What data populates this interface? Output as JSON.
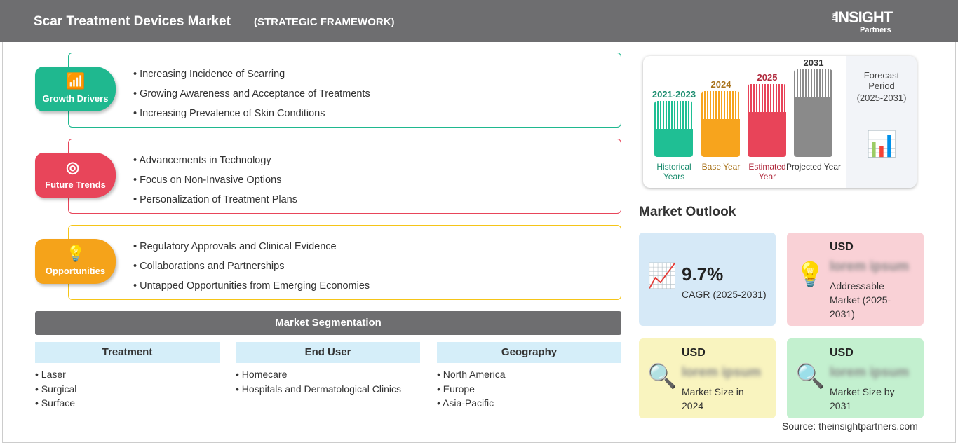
{
  "header": {
    "title": "Scar Treatment Devices Market",
    "subtitle": "(STRATEGIC FRAMEWORK)",
    "logo": {
      "the": "The",
      "insight": "INSIGHT",
      "partners": "Partners"
    }
  },
  "framework": [
    {
      "label": "Growth Drivers",
      "icon": "chart-growth-icon",
      "color": "#1fb88f",
      "items": [
        "Increasing Incidence of Scarring",
        "Growing Awareness and Acceptance of Treatments",
        "Increasing Prevalence of Skin Conditions"
      ]
    },
    {
      "label": "Future Trends",
      "icon": "target-icon",
      "color": "#e8455a",
      "items": [
        "Advancements in Technology",
        "Focus on Non-Invasive Options",
        "Personalization of Treatment Plans"
      ]
    },
    {
      "label": "Opportunities",
      "icon": "lightbulb-hand-icon",
      "color": "#f5a31a",
      "items": [
        "Regulatory Approvals and Clinical Evidence",
        "Collaborations and Partnerships",
        "Untapped Opportunities from Emerging Economies"
      ]
    }
  ],
  "segmentation": {
    "title": "Market Segmentation",
    "columns": [
      {
        "header": "Treatment",
        "items": [
          "Laser",
          "Surgical",
          "Surface"
        ]
      },
      {
        "header": "End User",
        "items": [
          "Homecare",
          "Hospitals and Dermatological Clinics"
        ]
      },
      {
        "header": "Geography",
        "items": [
          "North America",
          "Europe",
          "Asia-Pacific"
        ]
      }
    ]
  },
  "timeline": {
    "bars": [
      {
        "year": "2021-2023",
        "label": "Historical Years",
        "color": "#1fbf94",
        "text_color": "#1a8c6e"
      },
      {
        "year": "2024",
        "label": "Base Year",
        "color": "#f7a41d",
        "text_color": "#a8721a"
      },
      {
        "year": "2025",
        "label": "Estimated Year",
        "color": "#e84459",
        "text_color": "#b02a3d"
      },
      {
        "year": "2031",
        "label": "Projected Year",
        "color": "#8a8a8a",
        "text_color": "#333333"
      }
    ],
    "forecast_label": "Forecast Period",
    "forecast_range": "(2025-2031)"
  },
  "outlook": {
    "title": "Market Outlook",
    "cagr": {
      "value": "9.7%",
      "label": "CAGR (2025-2031)"
    },
    "addressable": {
      "currency": "USD",
      "value": "lorem ipsum",
      "label": "Addressable Market (2025-2031)"
    },
    "size_2024": {
      "currency": "USD",
      "value": "lorem ipsum",
      "label": "Market Size in 2024"
    },
    "size_2031": {
      "currency": "USD",
      "value": "lorem ipsum",
      "label": "Market Size by 2031"
    }
  },
  "source": "Source: theinsightpartners.com"
}
